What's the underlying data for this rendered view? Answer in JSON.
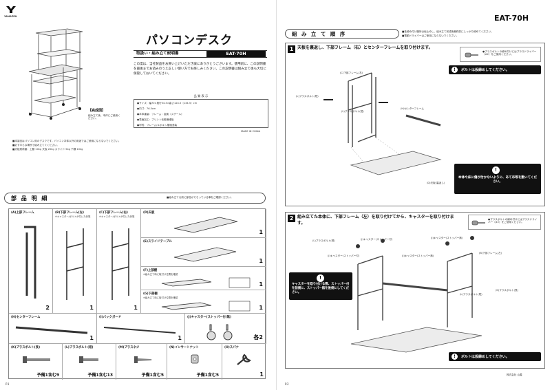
{
  "brand": "YAMAZEN",
  "product": {
    "title": "パソコンデスク",
    "manual_label": "取扱い・組み立て説明書",
    "model": "EAT-70H",
    "thanks": "この度は、当社製品をお買い上げいただき誠にありがとうございます。使用前に、この説明書を最後までお読みのうえ正しい使い方でお楽しみください。この説明書は組み立て後も大切に保管しておいてください。",
    "spec_heading": "品 質 表 示",
    "specs": [
      "●サイズ：幅70×奥行54.5×高さ124.5（134.5）cm",
      "●内寸：76.5cm",
      "●本体重量：フレーム：金属（スチール）",
      "●表面加工：プリント化粧繊維板",
      "●材質：フレーム/エポキシ樹脂塗装"
    ],
    "made_in": "MADE IN CHINA",
    "completed_label": "【完成図】",
    "completed_note": "組み立て後、本体にご使用ください。",
    "notes": [
      "■本製品はパソコン用のデスクです。パソコン本体以外の用途ではご使用にならないでください。",
      "■必ず平らな場所で組み立ててください。",
      "■天板耐荷重：上棚 10kg 天板 20kg スライド 5kg 下棚 10kg"
    ]
  },
  "parts_section": {
    "heading": "部 品 明 細",
    "note": "■組み立てる前に部品がそろっている事をご確認ください。",
    "cells": [
      {
        "label": "(A)上部フレーム",
        "sub": "",
        "qty": "2"
      },
      {
        "label": "(B)下部フレーム(左)",
        "sub": "※キャスター/ボルトが付いた状態",
        "qty": "1"
      },
      {
        "label": "(C)下部フレーム(右)",
        "sub": "※キャスター/ボルトが付いた状態",
        "qty": "1"
      },
      {
        "label": "(D)天板",
        "sub": "",
        "qty": "1"
      },
      {
        "label": "(E)スライドテーブル",
        "sub": "",
        "qty": "1"
      },
      {
        "label": "(F)上部棚",
        "sub": "※組み立て時に取付け位置を確認",
        "qty": "1"
      },
      {
        "label": "(G)下部棚",
        "sub": "※組み立て時に取付け位置を確認",
        "qty": "1"
      },
      {
        "label": "(H)センターフレーム",
        "sub": "",
        "qty": "1"
      },
      {
        "label": "(I)バックガード",
        "sub": "",
        "qty": "1"
      },
      {
        "label": "(J)キャスター(ストッパー付/無)",
        "sub": "",
        "qty": "各2"
      },
      {
        "label": "(K)プラスボルト(長)",
        "sub": "",
        "qty": "予備1含む9"
      },
      {
        "label": "(L)プラスボルト(短)",
        "sub": "",
        "qty": "予備1含む13"
      },
      {
        "label": "(M)プラスネジ",
        "sub": "",
        "qty": "予備1含む5"
      },
      {
        "label": "(N)インサートナット",
        "sub": "",
        "qty": "予備1含む5"
      },
      {
        "label": "(O)スパナ",
        "sub": "",
        "qty": "1"
      }
    ]
  },
  "page_left": "P.1",
  "page_right": "P.2",
  "assembly": {
    "model": "EAT-70H",
    "heading": "組 み 立 て 順 序",
    "header_notes": [
      "■各締め付け箇所は仮止めし、組み立て完成後最終的にしっかり締めてください。",
      "■電動ドライバーはご使用にならないでください。"
    ],
    "steps": [
      {
        "num": "1",
        "text": "天板を裏返し、下部フレーム（右）とセンターフレームを取り付けます。",
        "tip_lines": [
          "●プラスボルトの締め付けにはプラスドライバー（#2）をご使用ください。"
        ],
        "warn_top": "ボルトは仮締めしてください。",
        "warn_bottom": "本体や床に傷が付かないように、あて布等を敷いてください。",
        "labels": [
          "(C)下部フレーム(右)",
          "(L)プラスボルト(短)",
          "(L)プラスボルト(短)",
          "(H)センターフレーム",
          "(D)天板(裏返し)"
        ]
      },
      {
        "num": "2",
        "text": "組み立てた本体に、下部フレーム（左）を取り付けてから、キャスターを取り付けます。",
        "tip_lines": [
          "●プラスボルトの締め付けにはプラスドライバー（#2）をご使用ください。"
        ],
        "warn_top": "キャスターを取り付ける際、ストッパー付を前側に、ストッパー無を後側にしてください。",
        "warn_bottom": "ボルトは仮締めしてください。",
        "labels": [
          "(L)プラスボルト(短)",
          "(J)キャスター(ストッパー付)",
          "(J)キャスター(ストッパー無)",
          "(B)下部フレーム(左)",
          "(L)プラスボルト(短)",
          "(K)プラスボルト(長)"
        ]
      }
    ],
    "footer": "株式会社 山善"
  }
}
